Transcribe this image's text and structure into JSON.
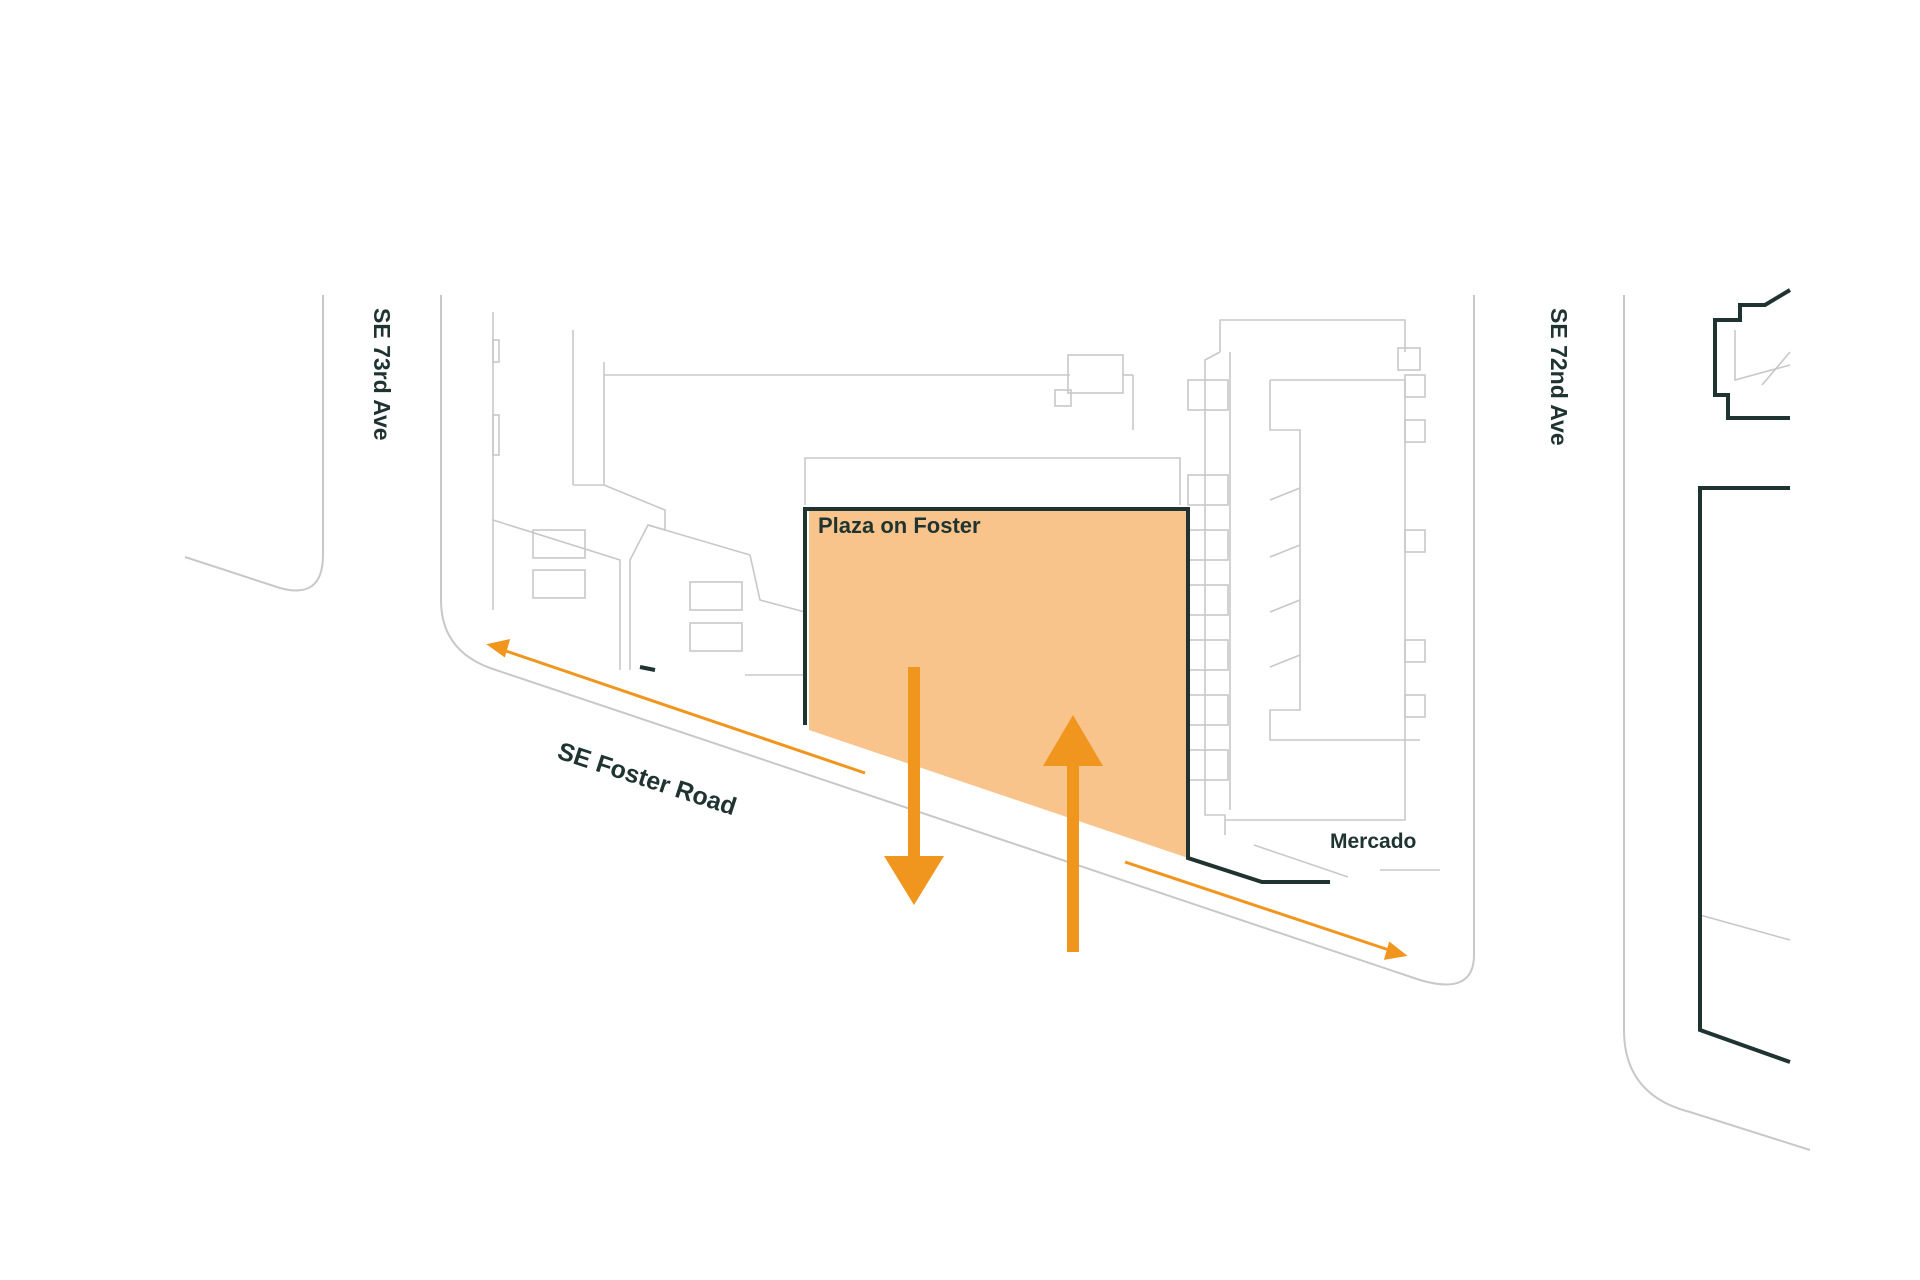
{
  "labels": {
    "plaza": "Plaza on Foster",
    "mercado": "Mercado",
    "street_73rd": "SE 73rd Ave",
    "street_72nd": "SE 72nd Ave",
    "street_foster": "SE Foster Road"
  },
  "colors": {
    "outline_dark": "#1f3330",
    "context_line": "#c8c8c8",
    "plaza_fill": "#f9c48c",
    "arrow_orange": "#f0961e",
    "background": "#ffffff"
  },
  "icons": {
    "movement_arrows": "arrow-up / arrow-down",
    "street_arrows": "double-headed-arrow"
  }
}
